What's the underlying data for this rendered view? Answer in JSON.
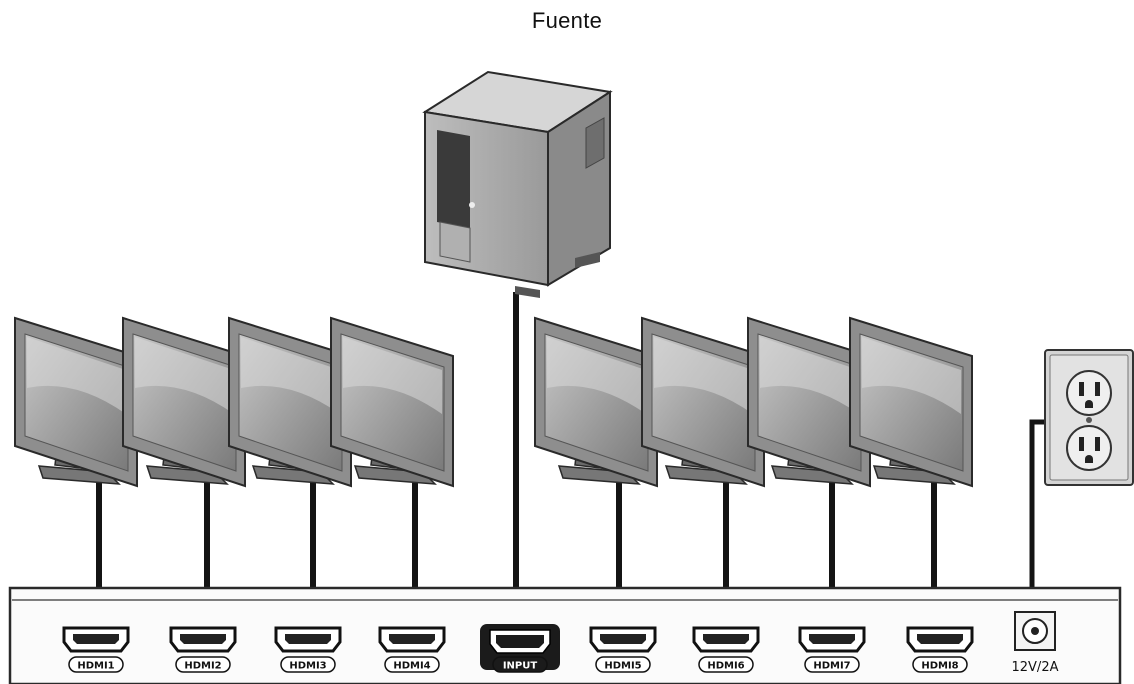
{
  "diagram": {
    "title": "Fuente",
    "ports": [
      {
        "label": "HDMI1",
        "kind": "output"
      },
      {
        "label": "HDMI2",
        "kind": "output"
      },
      {
        "label": "HDMI3",
        "kind": "output"
      },
      {
        "label": "HDMI4",
        "kind": "output"
      },
      {
        "label": "INPUT",
        "kind": "input"
      },
      {
        "label": "HDMI5",
        "kind": "output"
      },
      {
        "label": "HDMI6",
        "kind": "output"
      },
      {
        "label": "HDMI7",
        "kind": "output"
      },
      {
        "label": "HDMI8",
        "kind": "output"
      }
    ],
    "power_label": "12V/2A",
    "monitor_count": 8,
    "colors": {
      "cable": "#141414",
      "device_outline": "#2a2a2a",
      "monitor_frame": "#8e8e8e",
      "screen": "#9a9a9a",
      "input_port": "#1b1b1b"
    }
  }
}
